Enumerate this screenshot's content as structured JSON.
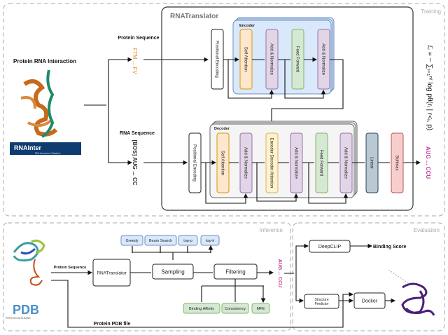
{
  "training": {
    "section_label": "Training",
    "source_title": "Protein RNA Interaction",
    "source_logo": "RNAInter",
    "source_logo_sub": "RNA Interactome Database",
    "protein_seq_label": "Protein Sequence",
    "protein_seq": "FTM ... FV",
    "rna_seq_label": "RNA Sequence",
    "rna_seq": "[BOS] AUG ... CC",
    "model_title": "RNATranslator",
    "encoder": {
      "title": "Encoder",
      "positional_encoding": "Positional Encoding",
      "blocks": [
        "Self Attention",
        "Add & Normalize",
        "Feed Forward",
        "Add & Normalize"
      ]
    },
    "decoder": {
      "title": "Decoder",
      "positional_encoding": "Positional Encoding",
      "blocks": [
        "Self Attention",
        "Add & Normalize",
        "Encoder Decoder Attention",
        "Add & Normalize",
        "Feed Forward",
        "Add & Normalize"
      ]
    },
    "linear": "Linear",
    "softmax": "Softmax",
    "loss": "ℒ = − ∑ᵢ₌₁ⁿʳ log pθ(rᵢ | r<ᵢ, p)",
    "output_seq": "AUG ... CCU"
  },
  "inference": {
    "section_label": "Inference",
    "source_logo": "PDB",
    "source_logo_sub": "PROTEIN DATA BANK",
    "protein_seq_label": "Protein Sequence",
    "model": "RNATranslator",
    "sampling": "Sampling",
    "sampling_methods": [
      "Greedy",
      "Beam Search",
      "top-p",
      "top-k"
    ],
    "filtering": "Filtering",
    "filters": [
      "Binding Affinity",
      "Consistency",
      "MFE"
    ],
    "output_seq": "AUG ... CCU",
    "pdb_file_label": "Protein PDB file"
  },
  "evaluation": {
    "section_label": "Evaluation",
    "deepclip": "DeepCLIP",
    "binding_score": "Binding Score",
    "structure_predictor": [
      "Structure",
      "Predictor"
    ],
    "docker": "Docker"
  },
  "colors": {
    "encoder_bg": "#dae8fc",
    "self_attention": "#ffe6cc",
    "add_normalize": "#e1d5e7",
    "feed_forward": "#d5e8d4",
    "enc_dec_attention": "#fff2cc",
    "linear": "#bac8d3",
    "softmax": "#f8cecc",
    "sampling_methods": "#dae8fc",
    "filters": "#d5e8d4"
  }
}
